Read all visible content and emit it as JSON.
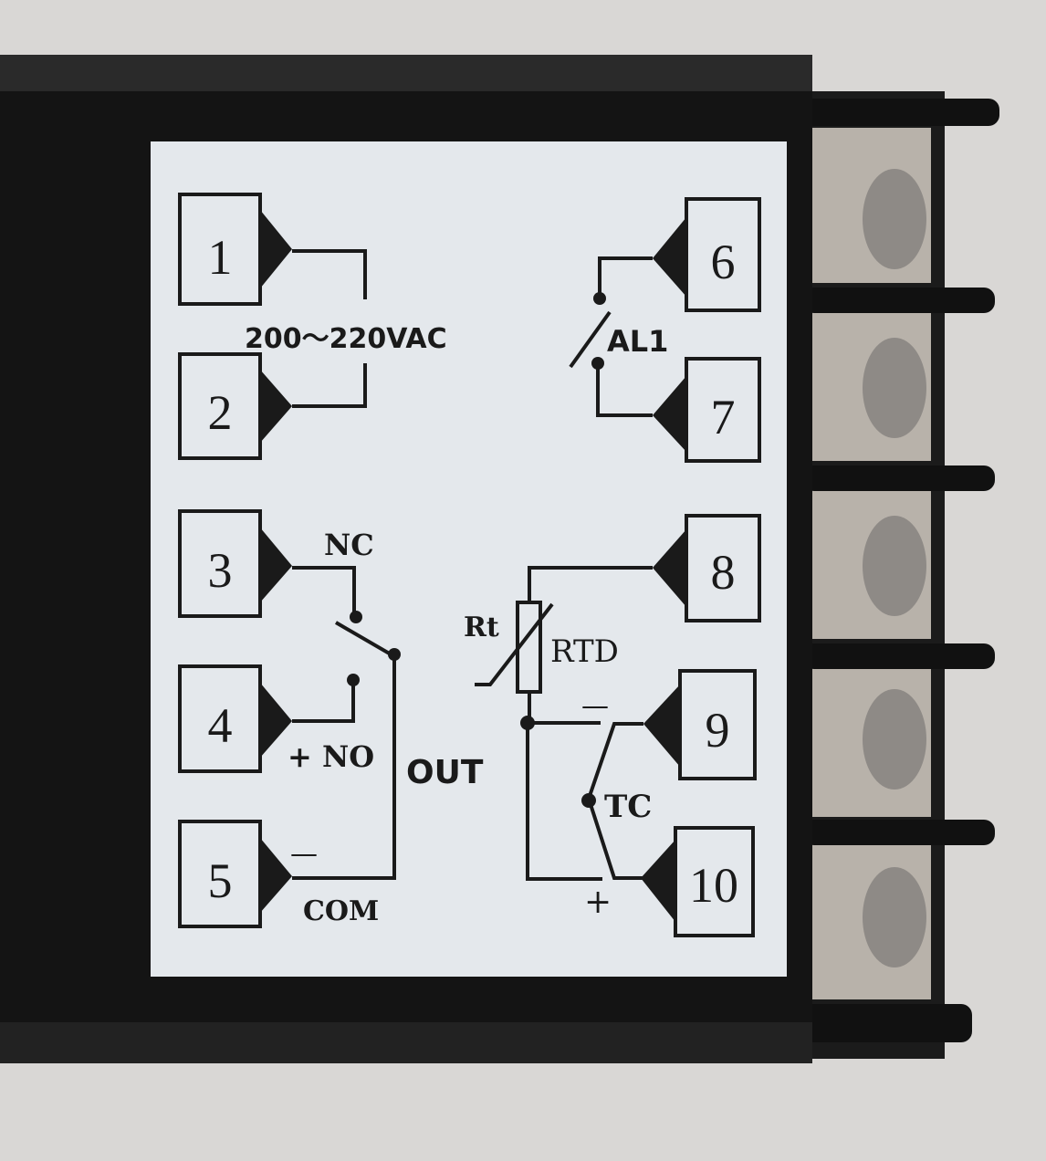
{
  "terminals": {
    "t1": "1",
    "t2": "2",
    "t3": "3",
    "t4": "4",
    "t5": "5",
    "t6": "6",
    "t7": "7",
    "t8": "8",
    "t9": "9",
    "t10": "10"
  },
  "labels": {
    "power": "200～220VAC",
    "alarm": "AL1",
    "nc": "NC",
    "no": "+ NO",
    "out": "OUT",
    "minus_out": "—",
    "com": "COM",
    "rt": "Rt",
    "rtd": "RTD",
    "minus_tc": "—",
    "tc": "TC",
    "plus_tc": "+"
  },
  "colors": {
    "housing": "#141414",
    "label": "#e4e8ec",
    "ink": "#1a1a1a",
    "background": "#d9d7d5"
  }
}
